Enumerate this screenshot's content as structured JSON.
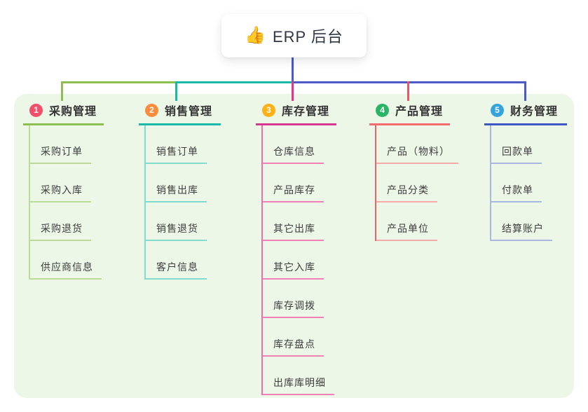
{
  "root": {
    "icon": "👍",
    "title": "ERP 后台"
  },
  "colors": {
    "background": "#ffffff",
    "panel_bg": "#ecf7e7",
    "root_text": "#2f3542",
    "branch_title_text": "#333333",
    "child_text": "#3d3d3d",
    "root_connector": "#4a5ac9"
  },
  "branches": [
    {
      "badge": "1",
      "title": "采购管理",
      "colors": {
        "badge": "#f1506b",
        "line": "#8cbf4f",
        "drop": "#8cbf4f",
        "child_line": "#bcdc95",
        "child_spine": "#bcdc95"
      },
      "children": [
        "采购订单",
        "采购入库",
        "采购退货",
        "供应商信息"
      ]
    },
    {
      "badge": "2",
      "title": "销售管理",
      "colors": {
        "badge": "#fb8c3c",
        "line": "#19b9a8",
        "drop": "#19b9a8",
        "child_line": "#85dace",
        "child_spine": "#85dace"
      },
      "children": [
        "销售订单",
        "销售出库",
        "销售退货",
        "客户信息"
      ]
    },
    {
      "badge": "3",
      "title": "库存管理",
      "colors": {
        "badge": "#fcb116",
        "line": "#d8378f",
        "drop": "#e0368c",
        "child_line": "#f180b7",
        "child_spine": "#ee6fac"
      },
      "children": [
        "仓库信息",
        "产品库存",
        "其它出库",
        "其它入库",
        "库存调拨",
        "库存盘点",
        "出库库明细"
      ]
    },
    {
      "badge": "4",
      "title": "产品管理",
      "colors": {
        "badge": "#2ab566",
        "line": "#f5696f",
        "drop": "#f05365",
        "child_line": "#f6aca7",
        "child_spine": "#f0616e"
      },
      "children": [
        "产品（物料）",
        "产品分类",
        "产品单位"
      ]
    },
    {
      "badge": "5",
      "title": "财务管理",
      "colors": {
        "badge": "#36a4dc",
        "line": "#3f57c4",
        "drop": "#4a5ac9",
        "child_line": "#aab7df",
        "child_spine": "#aab7df"
      },
      "children": [
        "回款单",
        "付款单",
        "结算账户"
      ]
    }
  ]
}
